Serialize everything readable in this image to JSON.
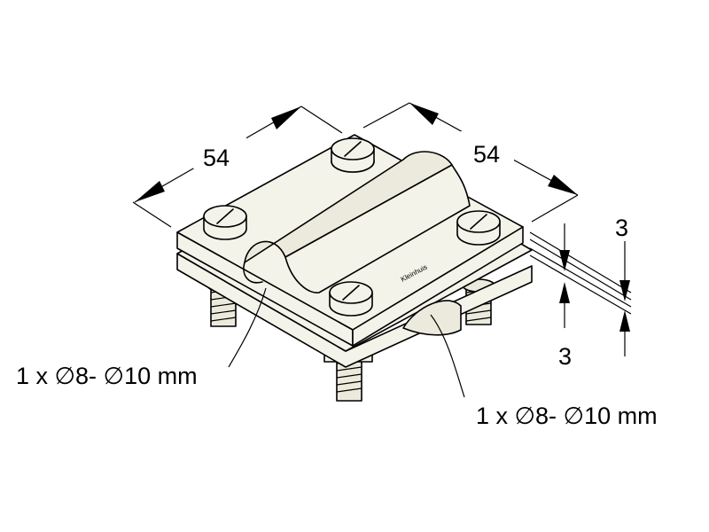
{
  "diagram": {
    "dimensions": {
      "width_left": "54",
      "width_right": "54",
      "thickness_top": "3",
      "thickness_bottom": "3"
    },
    "callouts": {
      "conductor_left": "1 x ∅8- ∅10 mm",
      "conductor_right": "1 x ∅8- ∅10 mm"
    },
    "brand_mark": "Kleinhuis"
  }
}
